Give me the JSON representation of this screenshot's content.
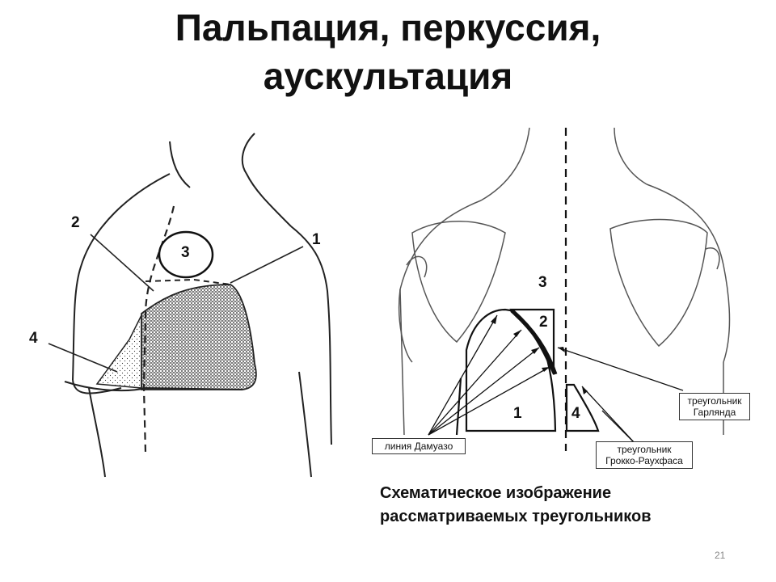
{
  "slide": {
    "title_line1": "Пальпация, перкуссия,",
    "title_line2": "аускультация",
    "caption_line1": "Схематическое изображение",
    "caption_line2": "рассматриваемых треугольников",
    "page_number": "21"
  },
  "left_figure": {
    "labels": {
      "n1": "1",
      "n2": "2",
      "n3": "3",
      "n4": "4"
    }
  },
  "right_figure": {
    "labels": {
      "n1": "1",
      "n2": "2",
      "n3": "3",
      "n4": "4"
    },
    "box_damoiseau": "линия Дамуазо",
    "box_garland_line1": "треугольник",
    "box_garland_line2": "Гарлянда",
    "box_grocco_line1": "треугольник",
    "box_grocco_line2": "Грокко-Раухфаса"
  },
  "colors": {
    "text": "#111111",
    "line": "#333333",
    "page_number": "#888888"
  }
}
